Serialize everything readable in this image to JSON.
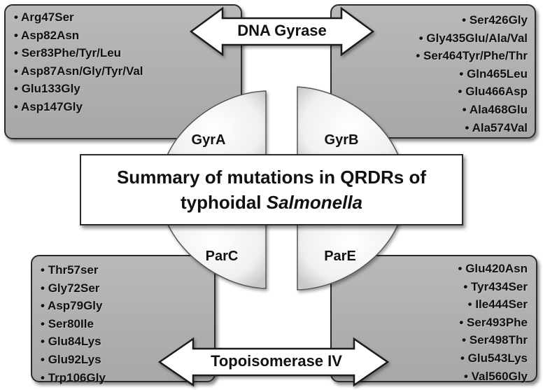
{
  "arrows": {
    "top_label": "DNA Gyrase",
    "bottom_label": "Topoisomerase IV"
  },
  "subunits": {
    "top_left": "GyrA",
    "top_right": "GyrB",
    "bottom_left": "ParC",
    "bottom_right": "ParE"
  },
  "summary": {
    "line1": "Summary of mutations in QRDRs of",
    "line2_prefix": "typhoidal ",
    "line2_italic": "Salmonella"
  },
  "gyrA_mutations": [
    "Arg47Ser",
    "Asp82Asn",
    "Ser83Phe/Tyr/Leu",
    "Asp87Asn/Gly/Tyr/Val",
    "Glu133Gly",
    "Asp147Gly"
  ],
  "gyrB_mutations": [
    "Ser426Gly",
    "Gly435Glu/Ala/Val",
    "Ser464Tyr/Phe/Thr",
    "Gln465Leu",
    "Glu466Asp",
    "Ala468Glu",
    "Ala574Val"
  ],
  "parC_mutations": [
    "Thr57ser",
    "Gly72Ser",
    "Asp79Gly",
    "Ser80Ile",
    "Glu84Lys",
    "Glu92Lys",
    "Trp106Gly"
  ],
  "parE_mutations": [
    "Glu420Asn",
    "Tyr434Ser",
    "Ile444Ser",
    "Ser493Phe",
    "Ser498Thr",
    "Glu543Lys",
    "Val560Gly"
  ],
  "colors": {
    "box_fill": "#b0b0b0",
    "outline": "#2b2b2b",
    "background": "#ffffff"
  }
}
